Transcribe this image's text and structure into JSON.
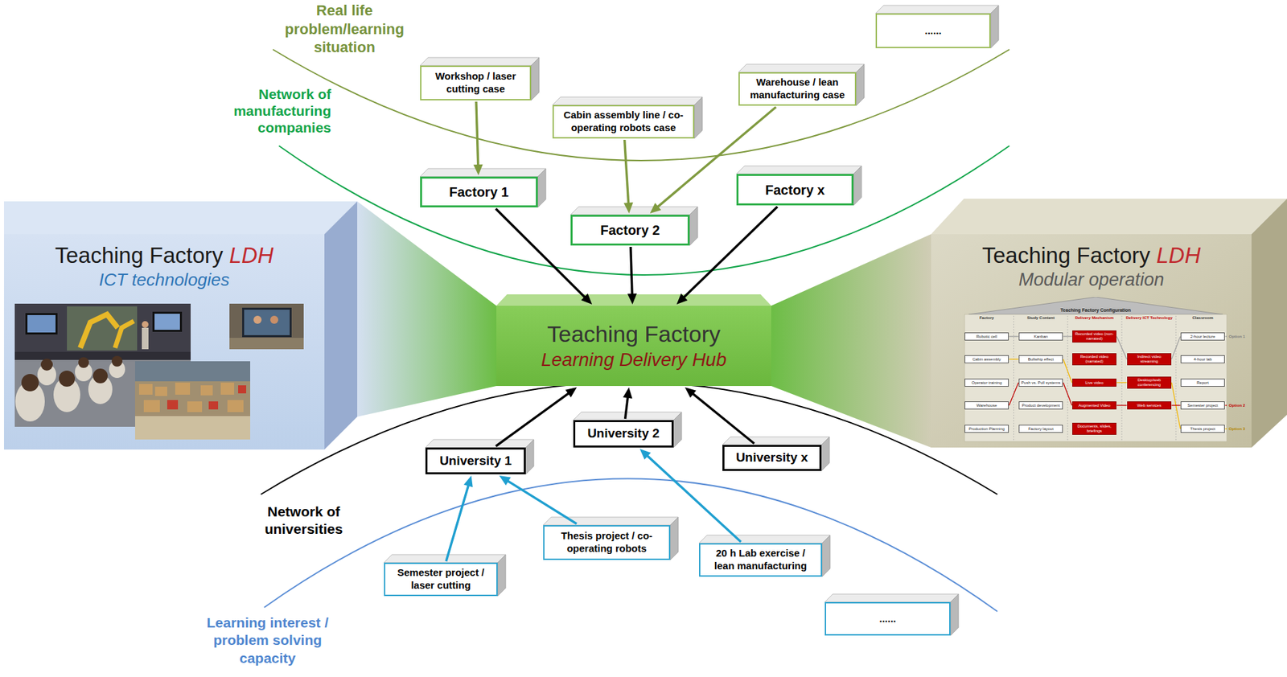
{
  "diagram": {
    "nodes": [
      {
        "text": [
          "Workshop / laser cutting case"
        ]
      },
      {
        "text": [
          "Cabin assembly line / co-operating robots case"
        ]
      },
      {
        "text": [
          "Warehouse / lean manufacturing case"
        ]
      },
      {
        "text": [
          "......"
        ]
      },
      {
        "text": [
          "Factory 1"
        ]
      },
      {
        "text": [
          "Factory 2"
        ]
      },
      {
        "text": [
          "Factory x"
        ]
      },
      {
        "text": [
          "Teaching Factory",
          "LDH",
          "ICT technologies"
        ]
      },
      {
        "text": [
          "Teaching Factory",
          "Learning Delivery Hub"
        ]
      },
      {
        "text": [
          "Teaching Factory",
          "LDH",
          "Modular operation"
        ]
      },
      {
        "text": [
          "Teaching Factory Configuration"
        ],
        "in": 9
      },
      {
        "text": [
          "Robotic cell"
        ],
        "in": 9
      },
      {
        "text": [
          "Cabin assembly"
        ],
        "in": 9
      },
      {
        "text": [
          "Operator training"
        ],
        "in": 9
      },
      {
        "text": [
          "Warehouse"
        ],
        "in": 9
      },
      {
        "text": [
          "Production Planning"
        ],
        "in": 9
      },
      {
        "text": [
          "Kanban"
        ],
        "in": 9
      },
      {
        "text": [
          "Bullwhip effect"
        ],
        "in": 9
      },
      {
        "text": [
          "Push vs. Pull systems"
        ],
        "in": 9
      },
      {
        "text": [
          "Product development"
        ],
        "in": 9
      },
      {
        "text": [
          "Factory layout"
        ],
        "in": 9
      },
      {
        "text": [
          "Recorded video (non-narrated)"
        ],
        "in": 9
      },
      {
        "text": [
          "Recorded video (narrated)"
        ],
        "in": 9
      },
      {
        "text": [
          "Live video"
        ],
        "in": 9
      },
      {
        "text": [
          "Augmented Video"
        ],
        "in": 9
      },
      {
        "text": [
          "Documents, slides, briefings"
        ],
        "in": 9
      },
      {
        "text": [
          "Indirect video streaming"
        ],
        "in": 9
      },
      {
        "text": [
          "Desktop/web conferencing"
        ],
        "in": 9
      },
      {
        "text": [
          "Web services"
        ],
        "in": 9
      },
      {
        "text": [
          "2-hour lecture"
        ],
        "in": 9
      },
      {
        "text": [
          "4-hour lab"
        ],
        "in": 9
      },
      {
        "text": [
          "Report"
        ],
        "in": 9
      },
      {
        "text": [
          "Semester project"
        ],
        "in": 9
      },
      {
        "text": [
          "Thesis project"
        ],
        "in": 9
      },
      {
        "text": [
          "University 1"
        ]
      },
      {
        "text": [
          "University 2"
        ]
      },
      {
        "text": [
          "University x"
        ]
      },
      {
        "text": [
          "Semester project / laser cutting"
        ]
      },
      {
        "text": [
          "Thesis project / co-operating robots"
        ]
      },
      {
        "text": [
          "20 h Lab exercise / lean manufacturing"
        ]
      },
      {
        "text": [
          "......"
        ]
      }
    ],
    "edges": [
      {
        "from": 0,
        "to": 4,
        "arrow": "to"
      },
      {
        "from": 1,
        "to": 5,
        "arrow": "to"
      },
      {
        "from": 2,
        "to": 5,
        "arrow": "to"
      },
      {
        "from": 4,
        "to": 8,
        "arrow": "to"
      },
      {
        "from": 5,
        "to": 8,
        "arrow": "to"
      },
      {
        "from": 6,
        "to": 8,
        "arrow": "to"
      },
      {
        "from": 34,
        "to": 8,
        "arrow": "to"
      },
      {
        "from": 35,
        "to": 8,
        "arrow": "to"
      },
      {
        "from": 36,
        "to": 8,
        "arrow": "to"
      },
      {
        "from": 37,
        "to": 34,
        "arrow": "to"
      },
      {
        "from": 38,
        "to": 34,
        "arrow": "to"
      },
      {
        "from": 39,
        "to": 35,
        "arrow": "to"
      },
      {
        "from": 11,
        "to": 16,
        "arrow": "none"
      },
      {
        "from": 16,
        "to": 21,
        "arrow": "none"
      },
      {
        "from": 21,
        "to": 26,
        "arrow": "none"
      },
      {
        "from": 26,
        "to": 29,
        "arrow": "none"
      },
      {
        "from": 12,
        "to": 17,
        "arrow": "none"
      },
      {
        "from": 17,
        "to": 23,
        "arrow": "none"
      },
      {
        "from": 23,
        "to": 27,
        "arrow": "none"
      },
      {
        "from": 27,
        "to": 33,
        "arrow": "none"
      },
      {
        "from": 14,
        "to": 18,
        "arrow": "none"
      },
      {
        "from": 18,
        "to": 24,
        "arrow": "none"
      },
      {
        "from": 24,
        "to": 28,
        "arrow": "none"
      },
      {
        "from": 28,
        "to": 32,
        "arrow": "none"
      }
    ],
    "labels": [
      "Real life problem/learning situation",
      "Network of manufacturing companies",
      "Network of universities",
      "Learning interest / problem solving capacity",
      "Factory",
      "Study Content",
      "Delivery Mechanism",
      "Delivery ICT Technology",
      "Classroom",
      "Option 1",
      "Option 2",
      "Option 3"
    ]
  }
}
